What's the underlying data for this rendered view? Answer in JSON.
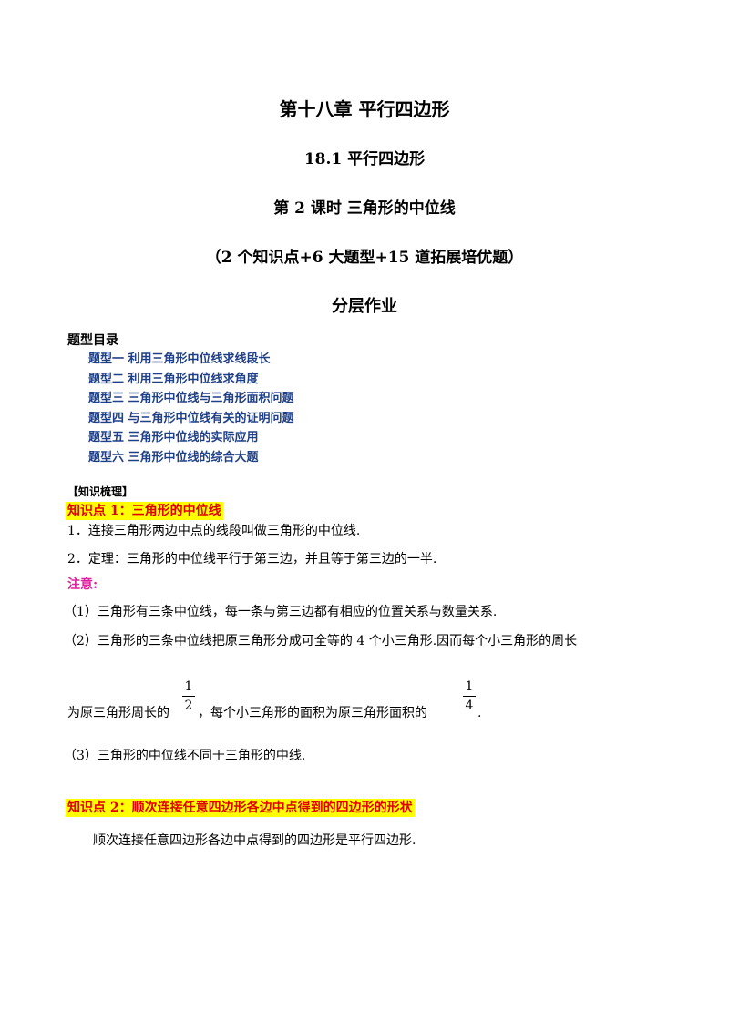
{
  "header": {
    "chapter": "第十八章  平行四边形",
    "section": "18.1  平行四边形",
    "lesson": "第 2 课时  三角形的中位线",
    "summary": "（2 个知识点+6 大题型+15 道拓展培优题）",
    "subtitle": "分层作业"
  },
  "toc": {
    "title": "题型目录",
    "items": [
      "题型一  利用三角形中位线求线段长",
      "题型二  利用三角形中位线求角度",
      "题型三  三角形中位线与三角形面积问题",
      "题型四  与三角形中位线有关的证明问题",
      "题型五  三角形中位线的实际应用",
      "题型六  三角形中位线的综合大题"
    ]
  },
  "knowledge": {
    "tag": "【知识梳理】",
    "point1": {
      "title": "知识点 1：三角形的中位线",
      "line1": "1．连接三角形两边中点的线段叫做三角形的中位线.",
      "line2": "2．定理：三角形的中位线平行于第三边，并且等于第三边的一半.",
      "note_label": "注意:",
      "note1": "（1）三角形有三条中位线，每一条与第三边都有相应的位置关系与数量关系.",
      "note2": "（2）三角形的三条中位线把原三角形分成可全等的 4 个小三角形.因而每个小三角形的周长",
      "note2b_a": "为原三角形周长的",
      "frac1_num": "1",
      "frac1_den": "2",
      "note2b_b": "，每个小三角形的面积为原三角形面积的",
      "frac2_num": "1",
      "frac2_den": "4",
      "note2b_c": ".",
      "note3": "（3）三角形的中位线不同于三角形的中线."
    },
    "point2": {
      "title": "知识点 2：顺次连接任意四边形各边中点得到的四边形的形状",
      "line1": "顺次连接任意四边形各边中点得到的四边形是平行四边形."
    }
  },
  "colors": {
    "toc_text": "#1f3f86",
    "highlight_bg": "#ffff00",
    "highlight_text": "#e00000",
    "note_text": "#e020a0"
  }
}
